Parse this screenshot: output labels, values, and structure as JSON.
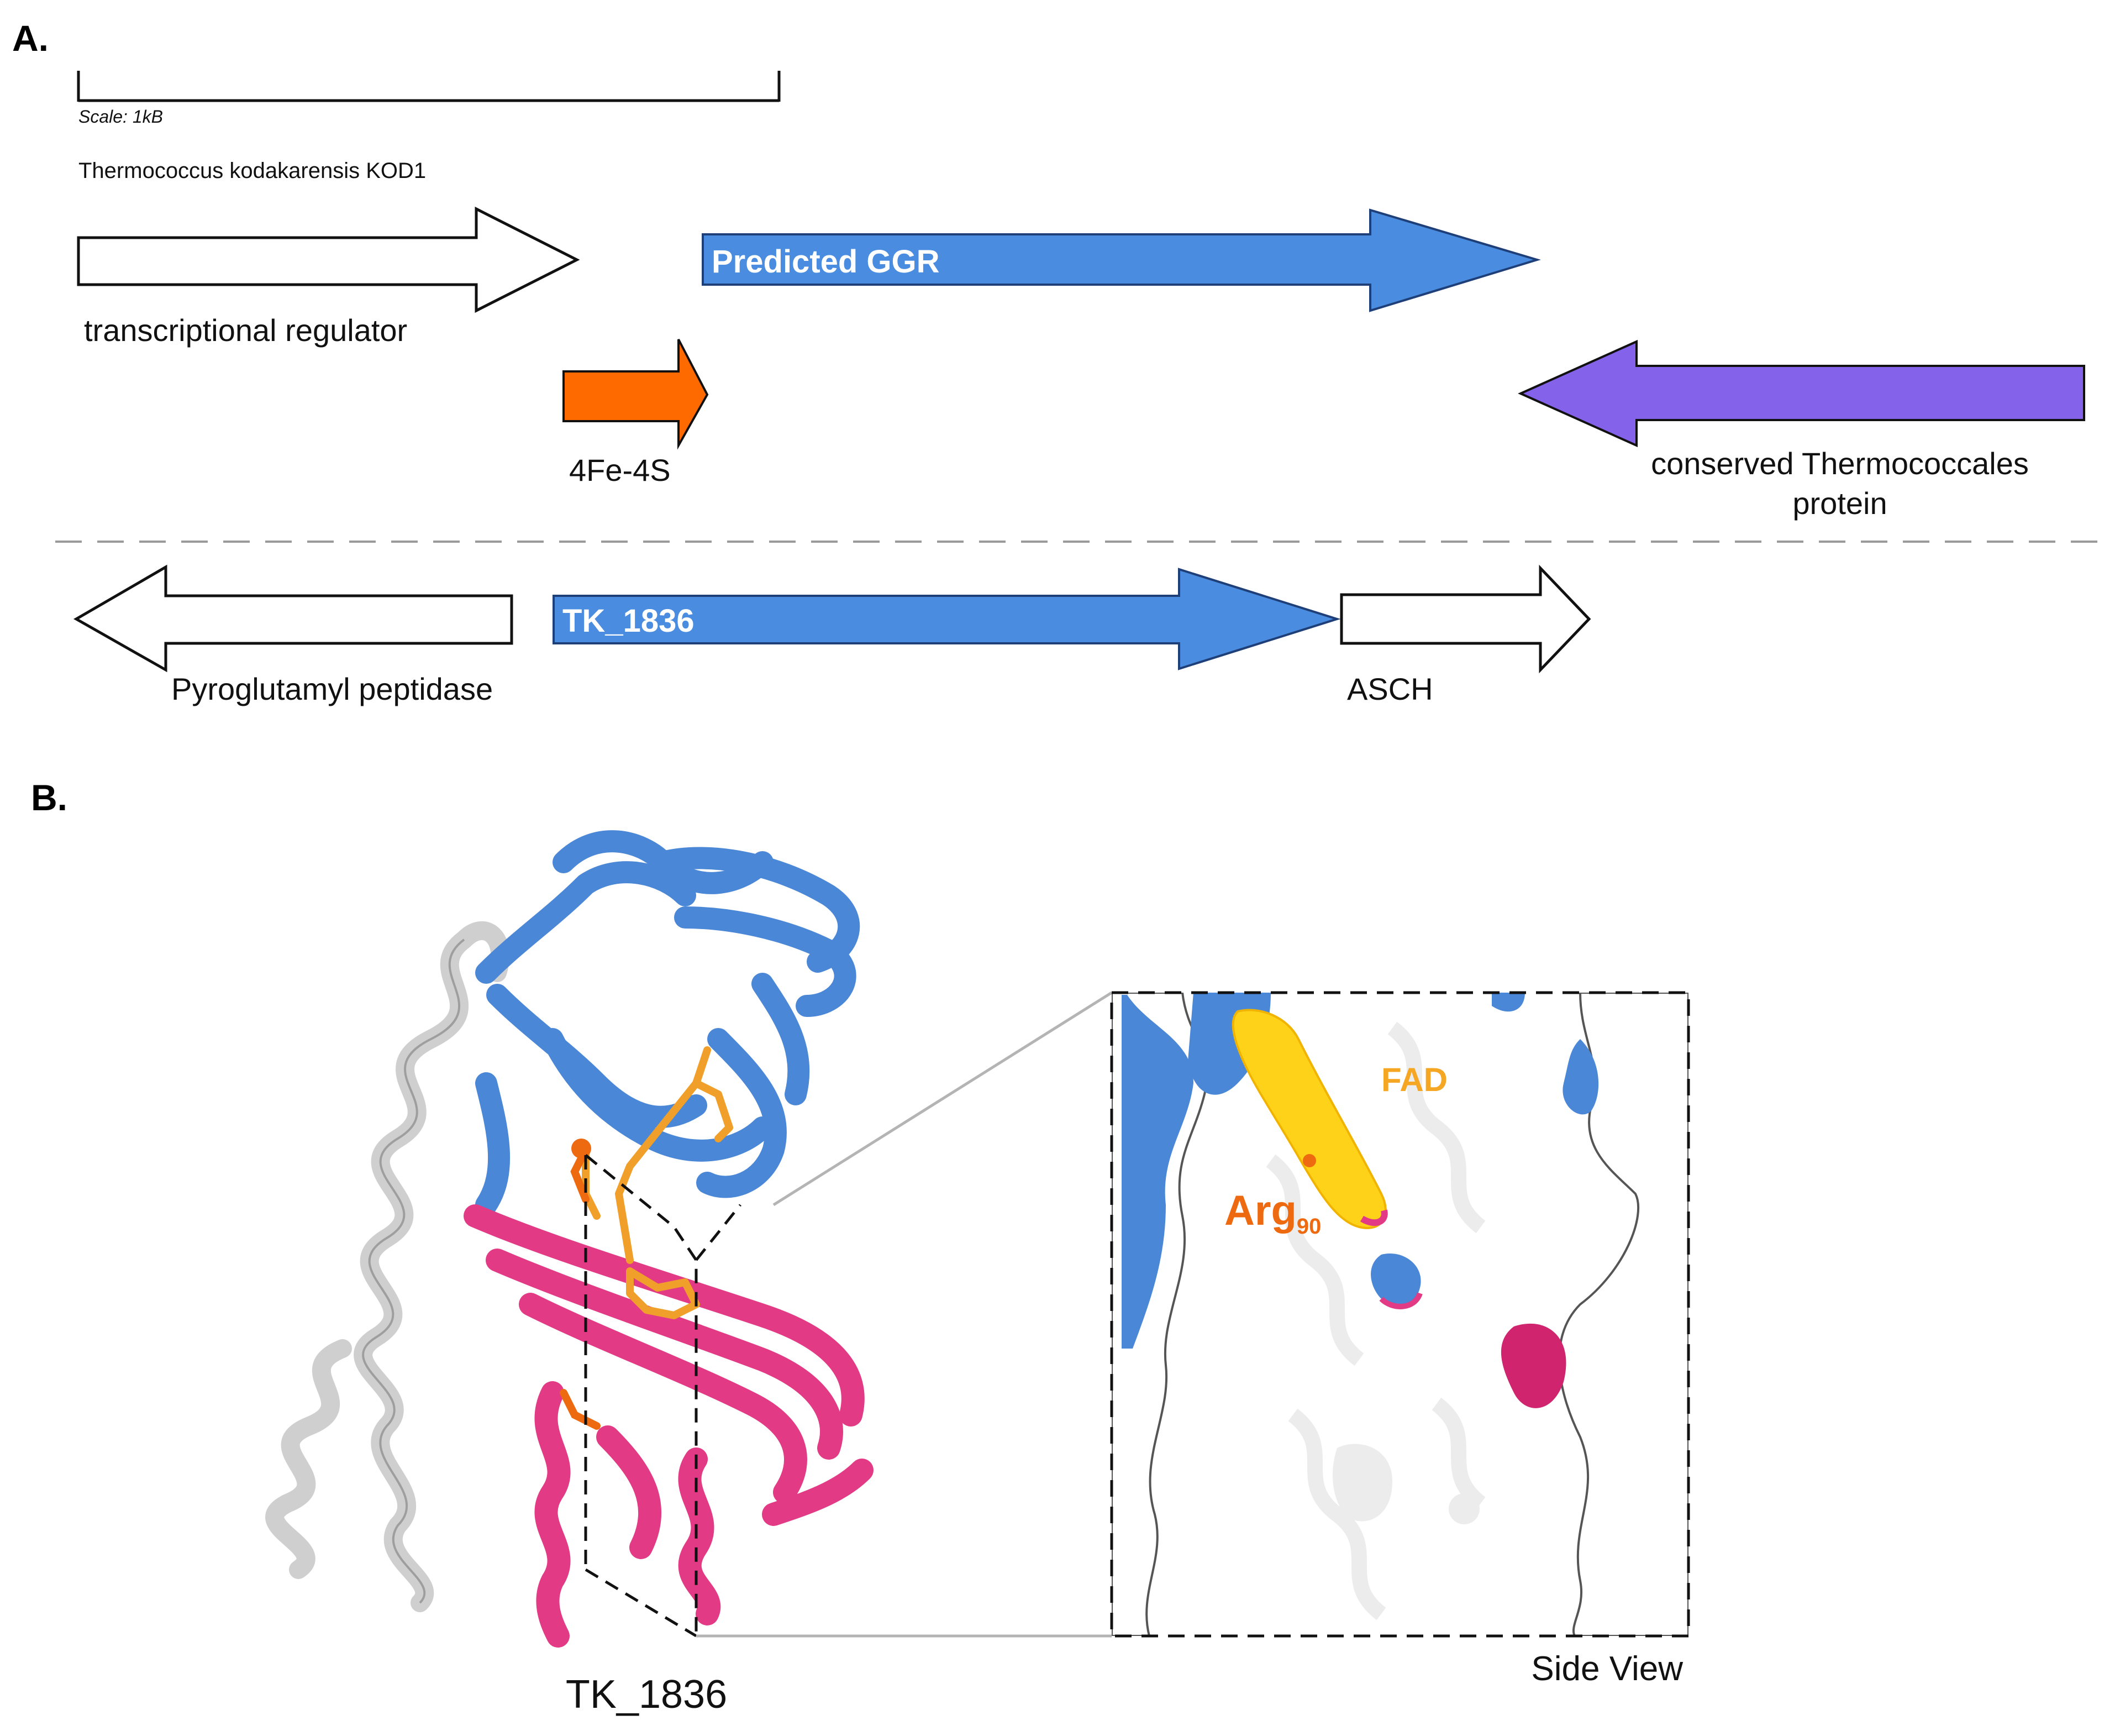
{
  "panel_a": {
    "letter": "A.",
    "scale_label": "Scale: 1kB",
    "organism": "Thermococcus kodakarensis KOD1",
    "cluster1": {
      "transcriptional_regulator": "transcriptional regulator",
      "fe4s4": "4Fe-4S",
      "ggr": "Predicted GGR",
      "conserved_line1": "conserved Thermococcales",
      "conserved_line2": "protein"
    },
    "cluster2": {
      "pyroglutamyl": "Pyroglutamyl peptidase",
      "tk1836": "TK_1836",
      "asch": "ASCH"
    }
  },
  "panel_b": {
    "letter": "B.",
    "structure_label": "TK_1836",
    "side_view_label": "Side View",
    "fad_label": "FAD",
    "arg_label": "Arg",
    "arg_subscript": "90"
  },
  "colors": {
    "ggr_blue": "#4a8de0",
    "fe4s4_orange": "#ff6a00",
    "conserved_purple": "#8462ea",
    "structure_blue": "#4a87d6",
    "structure_pink": "#e23a84",
    "structure_grey": "#dcdcdc",
    "fad_orange": "#f0a02a",
    "fad_yellow": "#ffd21a",
    "arg_orange": "#ee6a10"
  },
  "icons": [
    "arrow-right-gene",
    "arrow-left-gene",
    "protein-ribbon",
    "surface-cutaway"
  ]
}
